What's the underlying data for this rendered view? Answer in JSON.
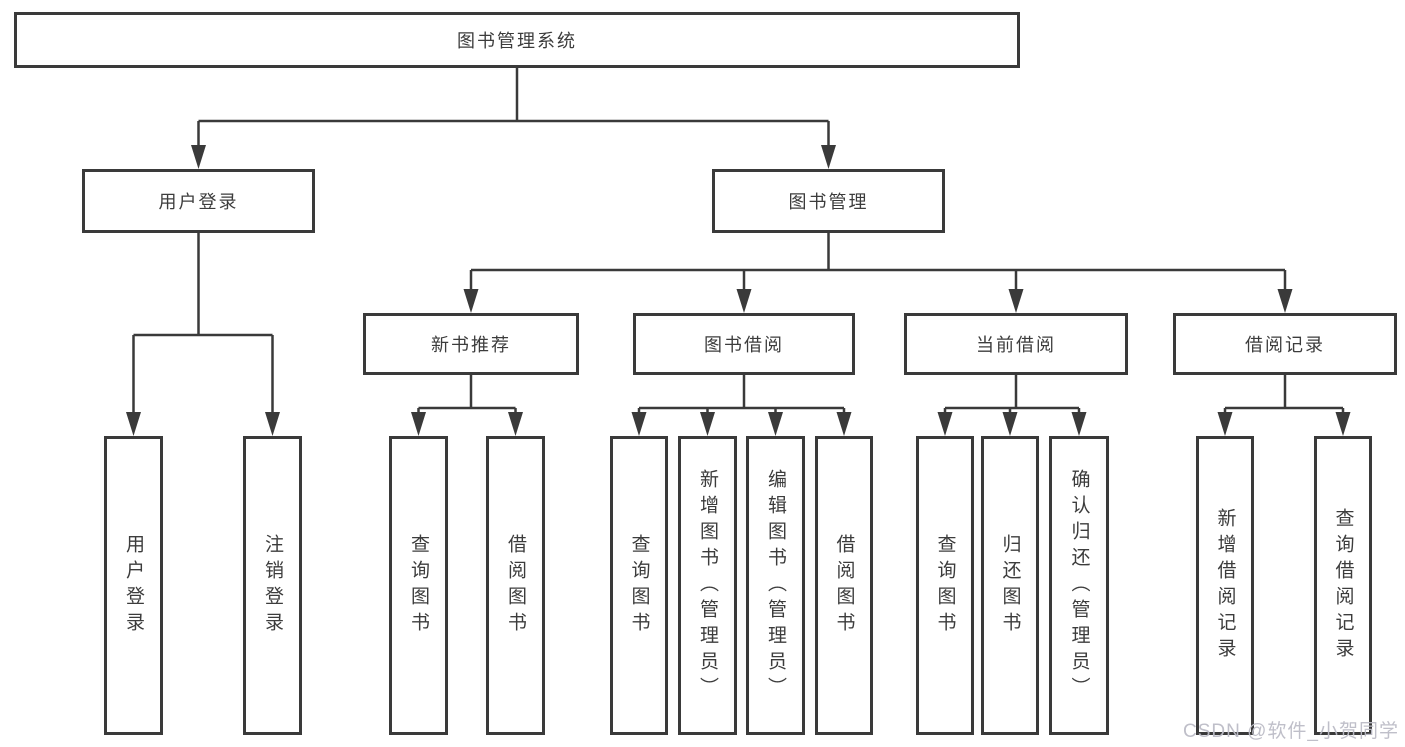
{
  "nodes": {
    "root": {
      "label": "图书管理系统"
    },
    "branches": [
      {
        "label": "用户登录",
        "leaves": [
          {
            "label": "用户登录"
          },
          {
            "label": "注销登录"
          }
        ]
      },
      {
        "label": "图书管理",
        "groups": [
          {
            "label": "新书推荐",
            "leaves": [
              {
                "label": "查询图书"
              },
              {
                "label": "借阅图书"
              }
            ]
          },
          {
            "label": "图书借阅",
            "leaves": [
              {
                "label": "查询图书"
              },
              {
                "label": "新增图书（管理员）"
              },
              {
                "label": "编辑图书（管理员）"
              },
              {
                "label": "借阅图书"
              }
            ]
          },
          {
            "label": "当前借阅",
            "leaves": [
              {
                "label": "查询图书"
              },
              {
                "label": "归还图书"
              },
              {
                "label": "确认归还（管理员）"
              }
            ]
          },
          {
            "label": "借阅记录",
            "leaves": [
              {
                "label": "新增借阅记录"
              },
              {
                "label": "查询借阅记录"
              }
            ]
          }
        ]
      }
    ]
  },
  "watermark": {
    "text": "CSDN @软件_小贺同学"
  },
  "colors": {
    "line": "#3a3a3a",
    "text": "#3c3c3c",
    "watermark": "#bcbcc6",
    "background": "#ffffff"
  }
}
